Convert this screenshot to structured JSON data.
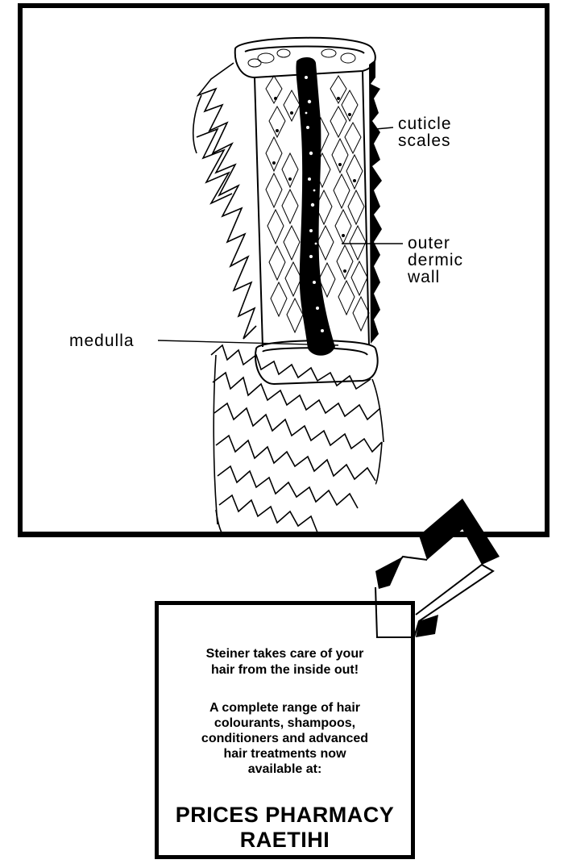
{
  "diagram": {
    "labels": {
      "cuticle": [
        "cuticle",
        "scales"
      ],
      "outer": [
        "outer",
        "dermic",
        "wall"
      ],
      "medulla": "medulla"
    }
  },
  "ad": {
    "tagline": "Steiner takes care of your\nhair from the inside out!",
    "body": "A complete range of hair\ncolourants, shampoos,\nconditioners and advanced\nhair treatments now\navailable at:",
    "store": "PRICES PHARMACY\nRAETIHI"
  },
  "colors": {
    "ink": "#000000",
    "paper": "#ffffff"
  }
}
